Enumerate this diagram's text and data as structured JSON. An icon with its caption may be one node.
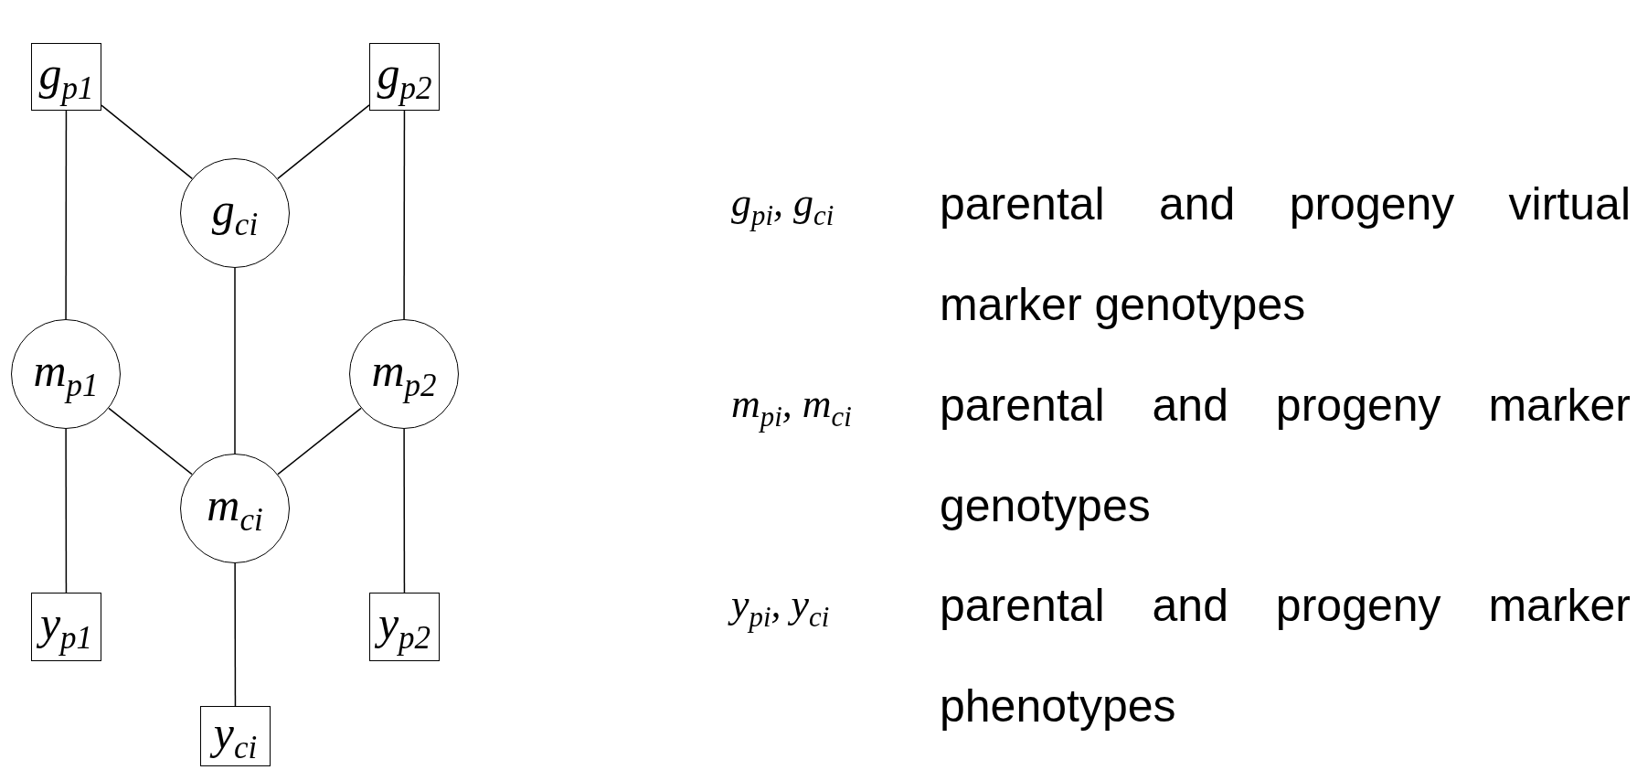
{
  "diagram": {
    "nodes": [
      {
        "text": [
          "g$_{p1}$"
        ]
      },
      {
        "text": [
          "g$_{p2}$"
        ]
      },
      {
        "text": [
          "g$_{ci}$"
        ]
      },
      {
        "text": [
          "m$_{p1}$"
        ]
      },
      {
        "text": [
          "m$_{p2}$"
        ]
      },
      {
        "text": [
          "m$_{ci}$"
        ]
      },
      {
        "text": [
          "y$_{p1}$"
        ]
      },
      {
        "text": [
          "y$_{p2}$"
        ]
      },
      {
        "text": [
          "y$_{ci}$"
        ]
      }
    ],
    "edges": [
      {
        "from": 0,
        "to": 3,
        "arrow": "none"
      },
      {
        "from": 0,
        "to": 2,
        "arrow": "none"
      },
      {
        "from": 1,
        "to": 2,
        "arrow": "none"
      },
      {
        "from": 1,
        "to": 4,
        "arrow": "none"
      },
      {
        "from": 2,
        "to": 5,
        "arrow": "none"
      },
      {
        "from": 3,
        "to": 5,
        "arrow": "none"
      },
      {
        "from": 4,
        "to": 5,
        "arrow": "none"
      },
      {
        "from": 3,
        "to": 6,
        "arrow": "none"
      },
      {
        "from": 4,
        "to": 7,
        "arrow": "none"
      },
      {
        "from": 5,
        "to": 8,
        "arrow": "none"
      }
    ],
    "labels": [
      "g$_{pi}$, g$_{ci}$",
      "parental and progeny virtual marker genotypes",
      "m$_{pi}$, m$_{ci}$",
      "parental and progeny marker genotypes",
      "y$_{pi}$, y$_{ci}$",
      "parental and progeny marker phenotypes"
    ]
  }
}
